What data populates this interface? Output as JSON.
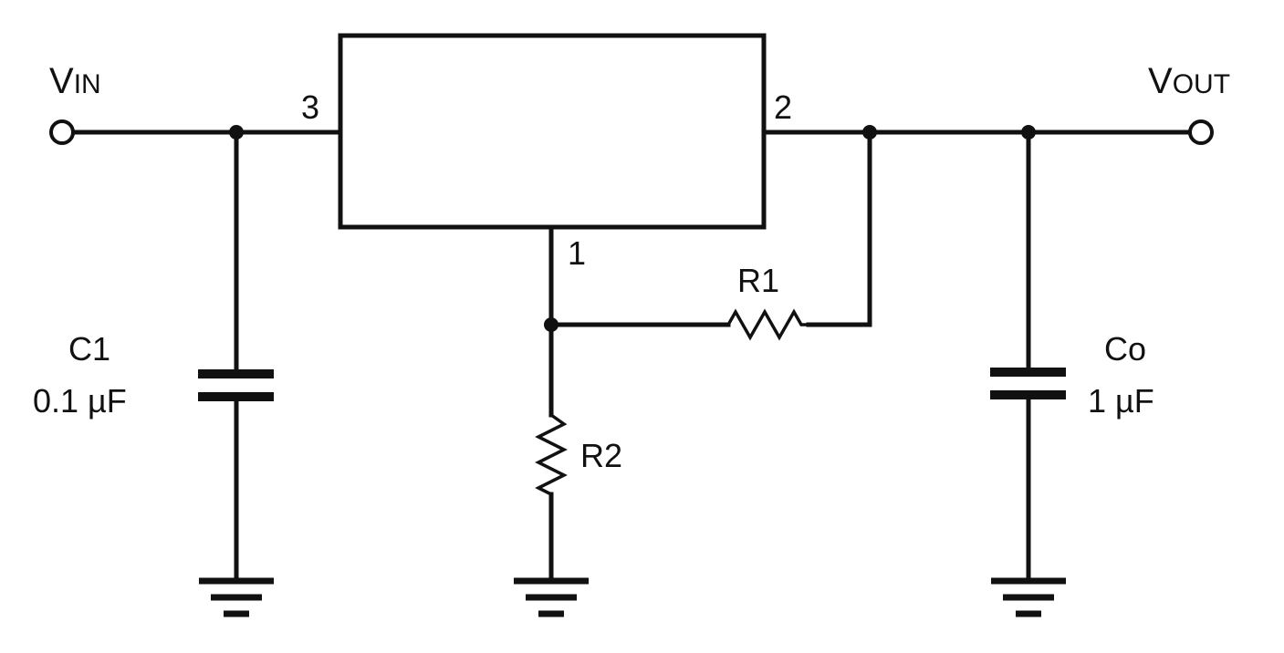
{
  "terminals": {
    "vin": {
      "main": "V",
      "sub": "IN"
    },
    "vout": {
      "main": "V",
      "sub": "OUT"
    }
  },
  "pins": {
    "p3": "3",
    "p2": "2",
    "p1": "1"
  },
  "components": {
    "c1": {
      "name": "C1",
      "value": "0.1 µF"
    },
    "co": {
      "name": "Co",
      "value": "1 µF"
    },
    "r1": {
      "name": "R1"
    },
    "r2": {
      "name": "R2"
    }
  }
}
